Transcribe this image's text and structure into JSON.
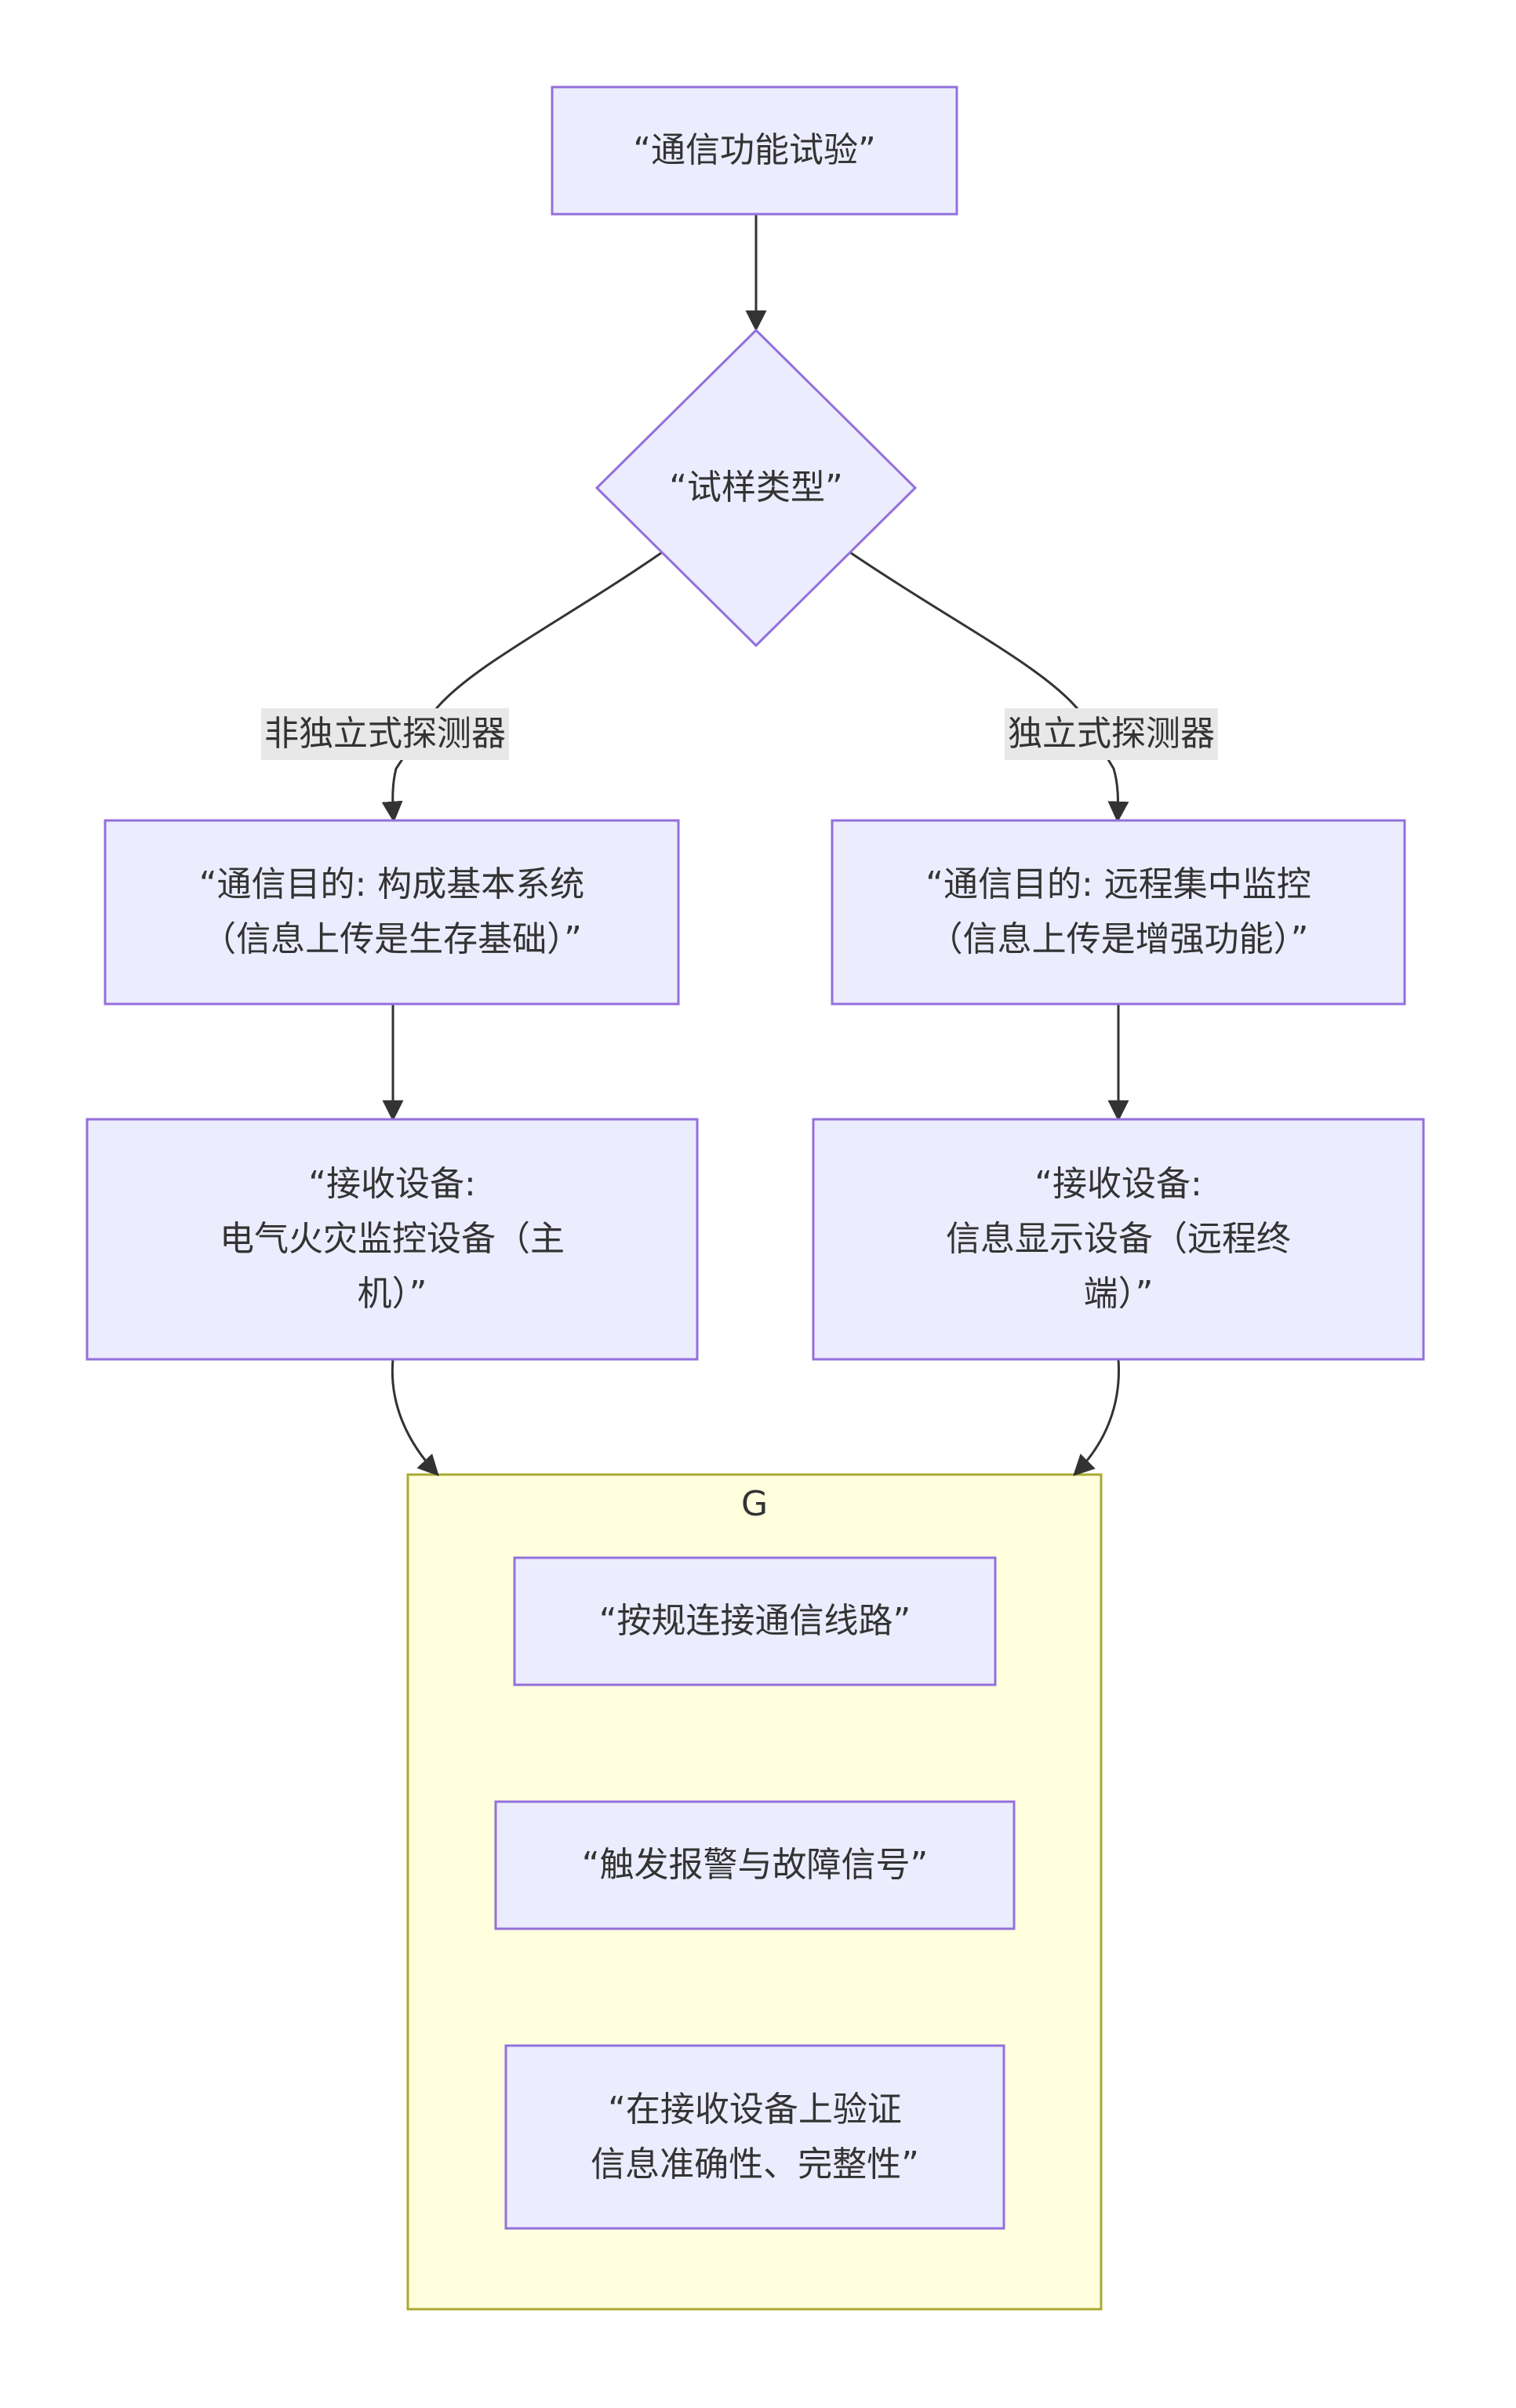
{
  "nodes": {
    "start": "“通信功能试验”",
    "decision": "“试样类型”",
    "left_purpose": "“通信目的: 构成基本系统\n（信息上传是生存基础）”",
    "right_purpose": "“通信目的: 远程集中监控\n（信息上传是增强功能）”",
    "left_receiver": "“接收设备:\n电气火灾监控设备（主\n机）”",
    "right_receiver": "“接收设备:\n信息显示设备（远程终\n端）”",
    "step_connect": "“按规连接通信线路”",
    "step_trigger": "“触发报警与故障信号”",
    "step_verify": "“在接收设备上验证\n信息准确性、完整性”"
  },
  "edge_labels": {
    "left": "非独立式探测器",
    "right": "独立式探测器"
  },
  "cluster": {
    "title": "G"
  },
  "colors": {
    "node_fill": "#ececff",
    "node_stroke": "#9370db",
    "cluster_fill": "#ffffde",
    "cluster_stroke": "#aaaa33",
    "edge": "#333333",
    "label_bg": "#e8e8e8"
  }
}
